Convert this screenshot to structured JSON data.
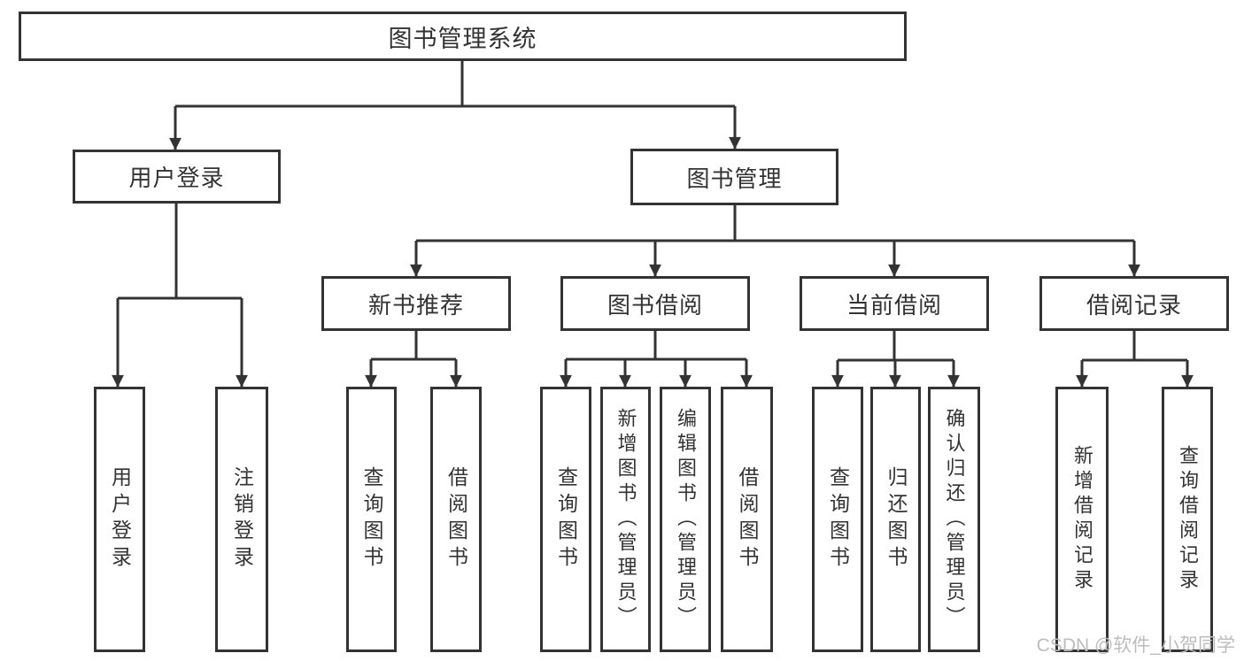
{
  "diagram_title": "图书管理系统",
  "tree": {
    "root": {
      "label": "图书管理系统"
    },
    "branches": [
      {
        "label": "用户登录",
        "children": [
          {
            "label": "用户登录"
          },
          {
            "label": "注销登录"
          }
        ]
      },
      {
        "label": "图书管理",
        "children": [
          {
            "label": "新书推荐",
            "children": [
              {
                "label": "查询图书"
              },
              {
                "label": "借阅图书"
              }
            ]
          },
          {
            "label": "图书借阅",
            "children": [
              {
                "label": "查询图书"
              },
              {
                "label": "新增图书（管理员）"
              },
              {
                "label": "编辑图书（管理员）"
              },
              {
                "label": "借阅图书"
              }
            ]
          },
          {
            "label": "当前借阅",
            "children": [
              {
                "label": "查询图书"
              },
              {
                "label": "归还图书"
              },
              {
                "label": "确认归还（管理员）"
              }
            ]
          },
          {
            "label": "借阅记录",
            "children": [
              {
                "label": "新增借阅记录"
              },
              {
                "label": "查询借阅记录"
              }
            ]
          }
        ]
      }
    ]
  },
  "watermark": {
    "text": "CSDN @软件_小贺同学",
    "color": "#bdbdbd"
  },
  "colors": {
    "line": "#333333",
    "box_border": "#333333",
    "text": "#333333",
    "background": "#ffffff"
  }
}
